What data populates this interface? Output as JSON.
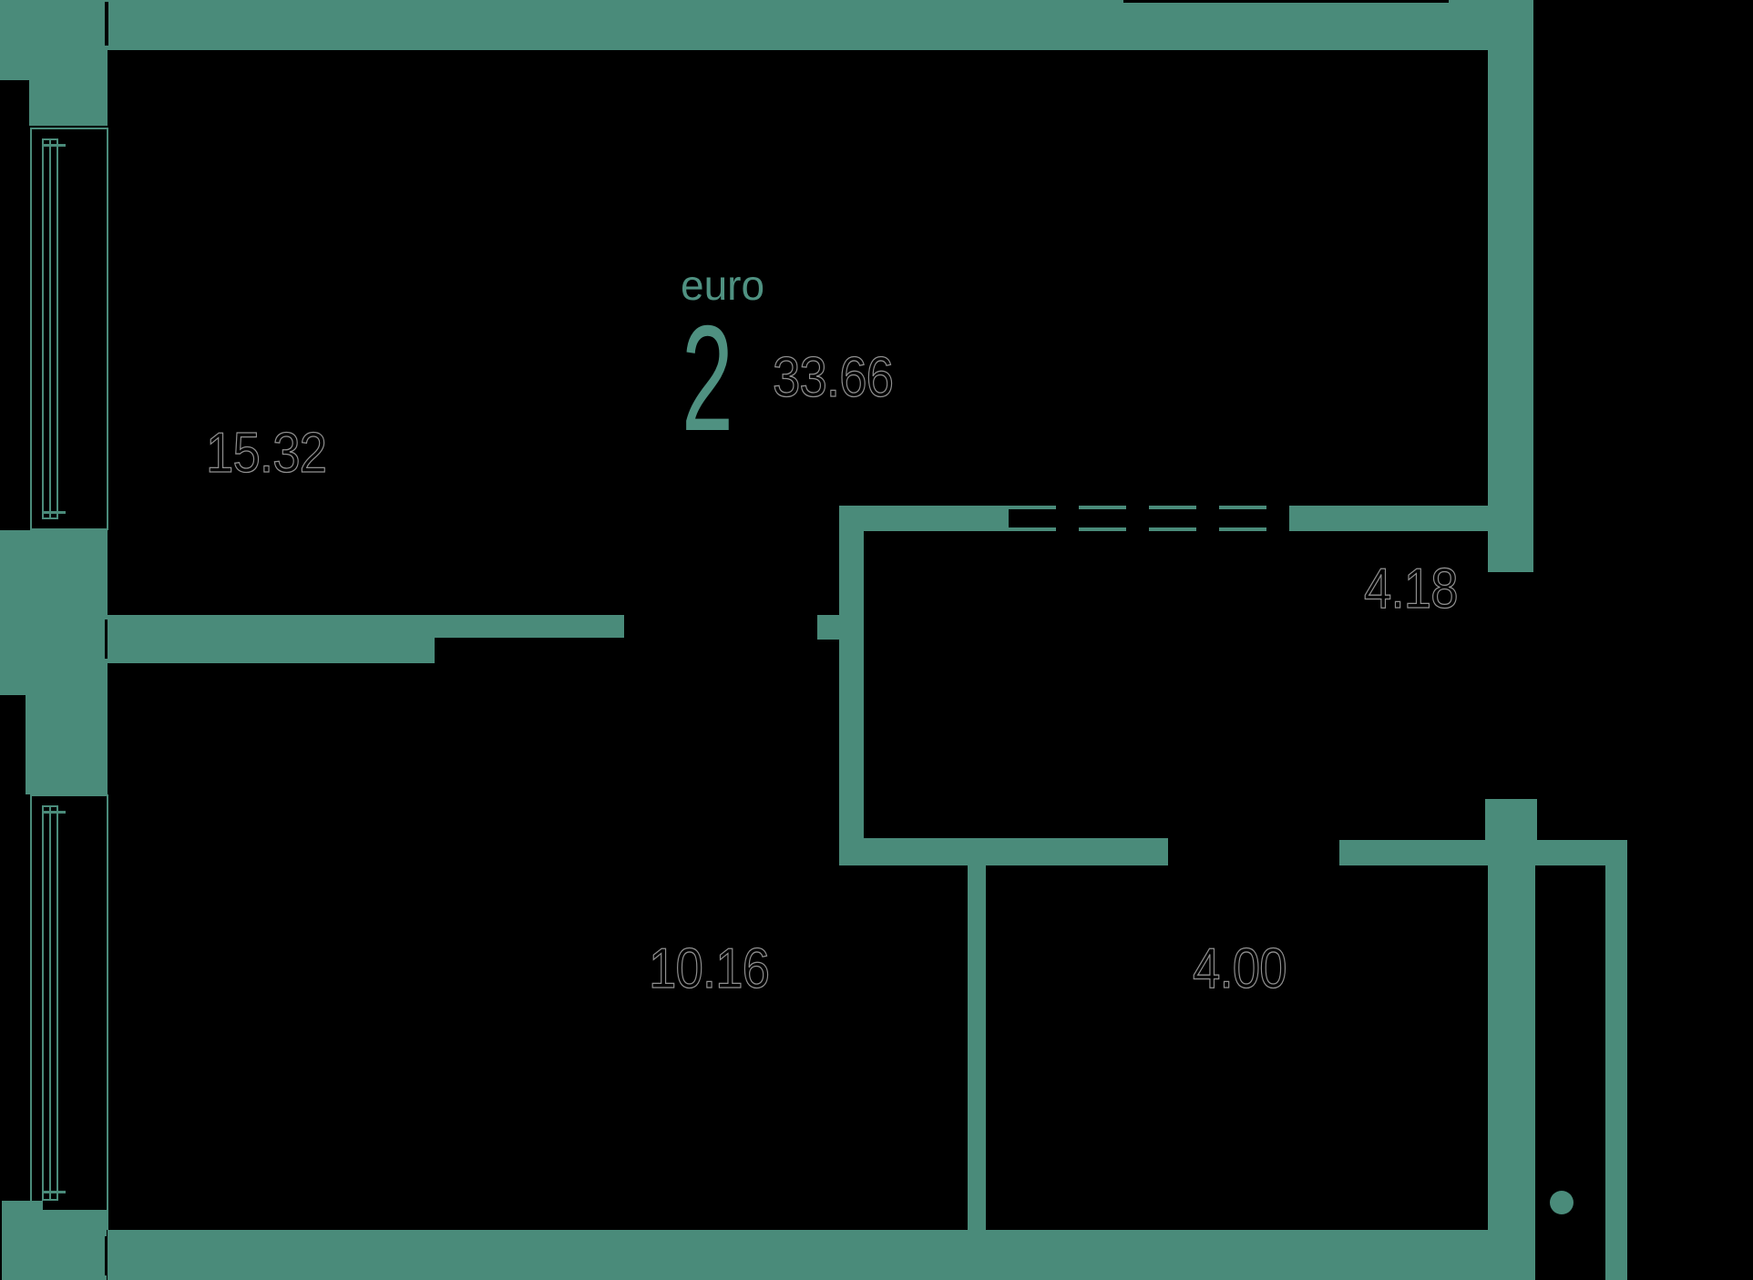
{
  "plan": {
    "type_label": "euro",
    "rooms_count": "2",
    "total_area": "33.66"
  },
  "rooms": [
    {
      "id": "living-kitchen",
      "area": "15.32"
    },
    {
      "id": "bedroom",
      "area": "10.16"
    },
    {
      "id": "hall",
      "area": "4.18"
    },
    {
      "id": "bathroom",
      "area": "4.00"
    }
  ],
  "colors": {
    "wall": "#4a8b7a",
    "accent_text": "#4f9181",
    "background": "#000000",
    "area_text_outline": "#8f8f8f"
  }
}
